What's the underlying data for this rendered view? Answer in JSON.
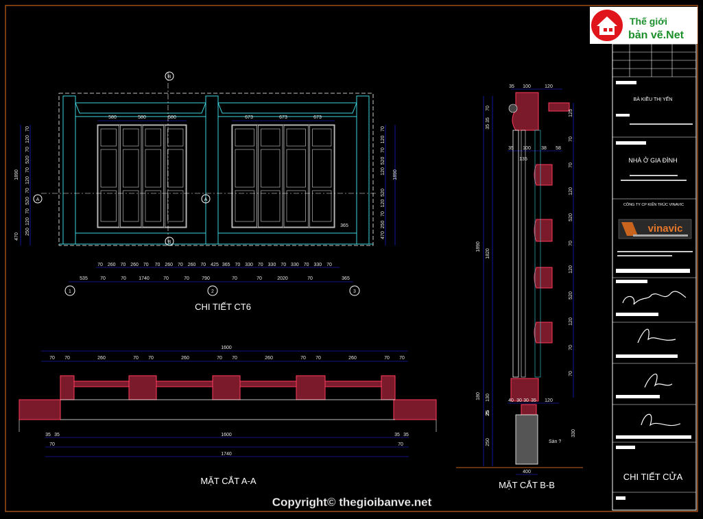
{
  "logo": {
    "line1": "Thế giới",
    "line2": "bản vẽ.Net",
    "accent": "#e0151b"
  },
  "titleblock": {
    "owner": "BÀ KIỀU THỊ YẾN",
    "project": "NHÀ Ở GIA ĐÌNH",
    "company": "CÔNG TY CP KIẾN TRÚC VINAVIC",
    "brand": "vinavic",
    "sheet_title": "CHI TIẾT CỬA"
  },
  "drawings": {
    "elevation_title": "CHI TIẾT CT6",
    "section_a_title": "MẶT CẮT A-A",
    "section_b_title": "MẶT CẮT B-B"
  },
  "elevation_dims": {
    "top_left": [
      "580",
      "580",
      "580"
    ],
    "top_right": [
      "673",
      "673",
      "673"
    ],
    "bottom_row1": [
      "70",
      "260",
      "70",
      "260",
      "70",
      "70",
      "260",
      "70",
      "260",
      "70",
      "425",
      "365",
      "70",
      "330",
      "70",
      "330",
      "70",
      "330",
      "70",
      "330",
      "70"
    ],
    "bottom_row2": [
      "535",
      "70",
      "70",
      "1740",
      "70",
      "70",
      "790",
      "70",
      "70",
      "2020",
      "70",
      "365"
    ],
    "left": [
      "70",
      "120",
      "70",
      "520",
      "70",
      "120",
      "70",
      "520",
      "70",
      "120",
      "250",
      "470",
      "1890"
    ],
    "right": [
      "70",
      "120",
      "70",
      "520",
      "120",
      "1890",
      "520",
      "120",
      "70",
      "250",
      "470"
    ],
    "axes": [
      "1",
      "2",
      "3"
    ],
    "cut_a": "A",
    "cut_b": "B",
    "corner": "365"
  },
  "section_a_dims": {
    "overall_top": "1600",
    "top_row": [
      "70",
      "70",
      "260",
      "70",
      "70",
      "260",
      "70",
      "70",
      "260",
      "70",
      "70",
      "260",
      "70",
      "70"
    ],
    "bottom1": [
      "35",
      "35",
      "1600",
      "35",
      "35"
    ],
    "bottom2": [
      "70",
      "70"
    ],
    "overall_bottom": "1740"
  },
  "section_b_dims": {
    "top": [
      "35",
      "100",
      "120"
    ],
    "mid": [
      "35",
      "100",
      "38",
      "58",
      "135"
    ],
    "right": [
      "125",
      "70",
      "70",
      "120",
      "520",
      "70",
      "120",
      "520",
      "120",
      "70",
      "70"
    ],
    "left_long": [
      "1890",
      "1820",
      "35 35",
      "70"
    ],
    "left_low": [
      "180",
      "25",
      "130",
      "25",
      "250"
    ],
    "bottom": [
      "40",
      "30",
      "30",
      "35",
      "120"
    ],
    "base": "400",
    "base_right": "330",
    "label": "Sàn ?"
  },
  "copyright": "Copyright© thegioibanve.net"
}
